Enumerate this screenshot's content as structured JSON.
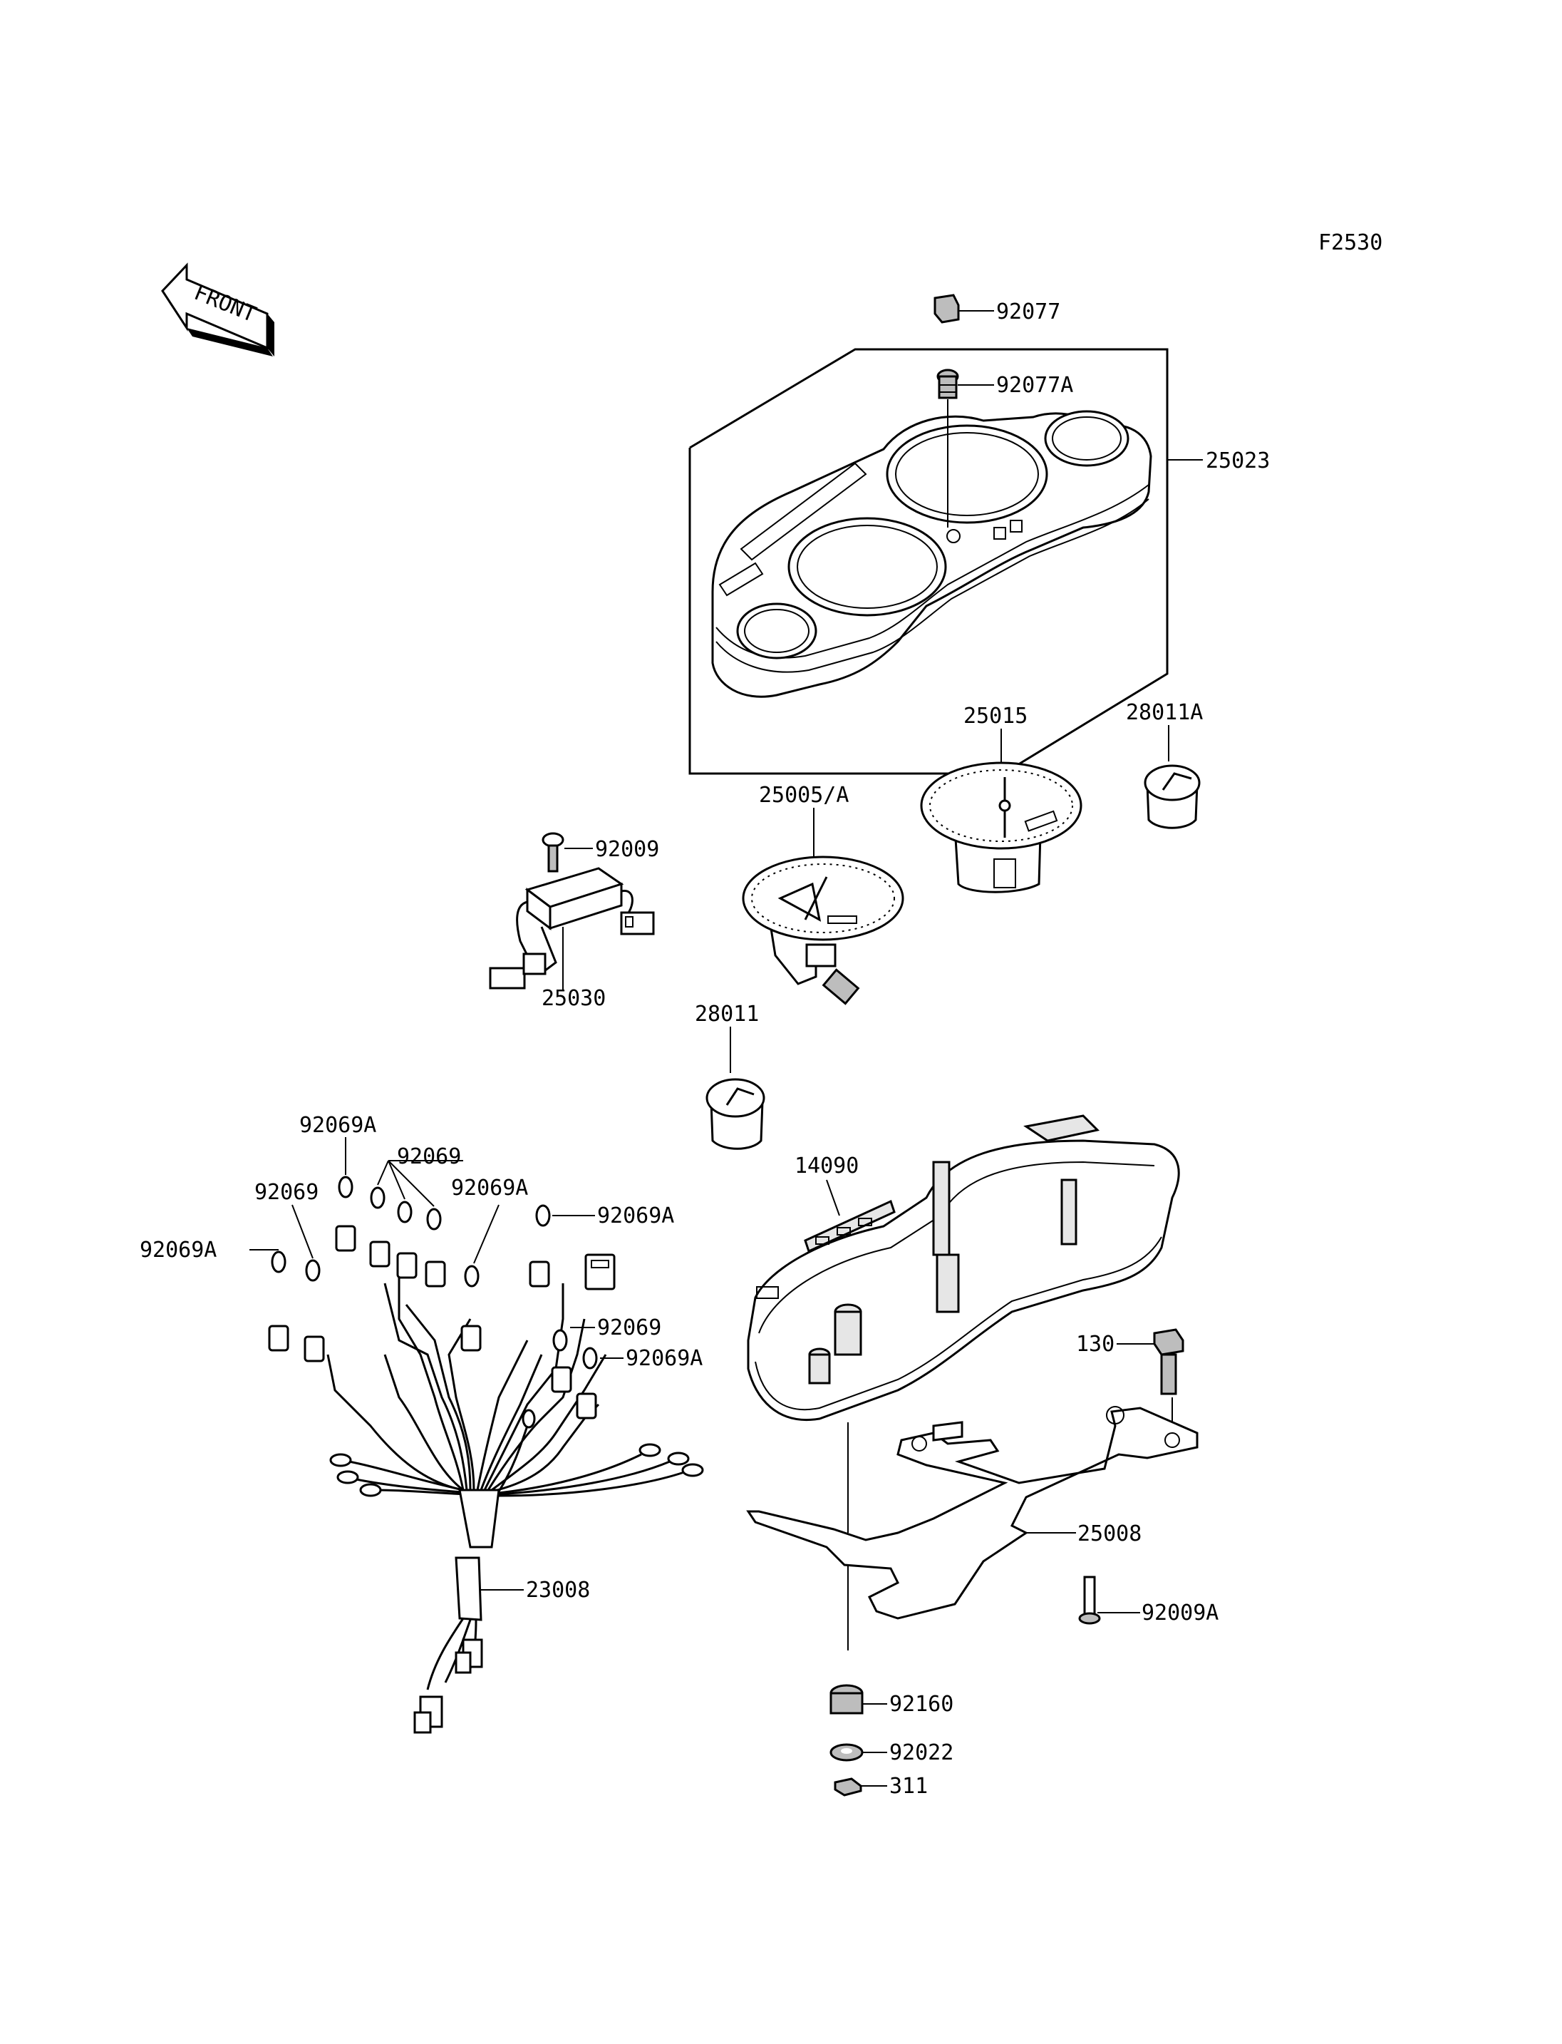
{
  "diagram_code": "F2530",
  "front_label": "FRONT",
  "parts": {
    "p92077": "92077",
    "p92077A": "92077A",
    "p25023": "25023",
    "p25015": "25015",
    "p28011A": "28011A",
    "p25005A": "25005/A",
    "p92009": "92009",
    "p25030": "25030",
    "p28011": "28011",
    "p14090": "14090",
    "p130": "130",
    "p25008": "25008",
    "p92009A": "92009A",
    "p92160": "92160",
    "p92022": "92022",
    "p311": "311",
    "p23008": "23008",
    "bulbs": {
      "b1": "92069A",
      "b2": "92069",
      "b3": "92069",
      "b4": "92069A",
      "b5": "92069A",
      "b6": "92069A",
      "b7": "92069",
      "b8": "92069A"
    }
  }
}
